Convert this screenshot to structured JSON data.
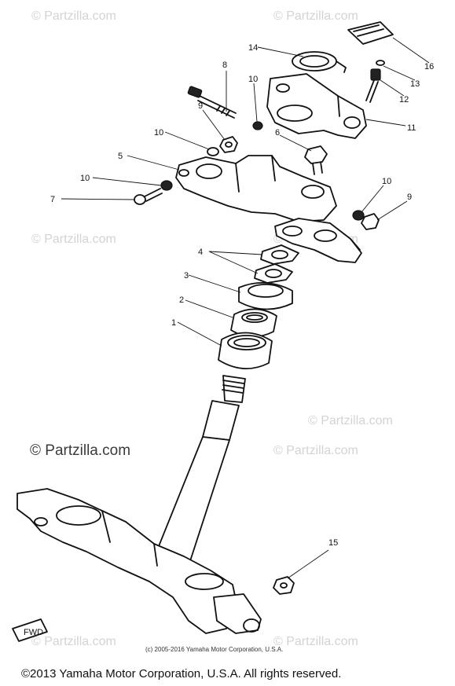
{
  "watermarks": [
    "© Partzilla.com",
    "© Partzilla.com",
    "© Partzilla.com",
    "© Partzilla.com",
    "© Partzilla.com",
    "© Partzilla.com",
    "© Partzilla.com",
    "© Partzilla.com"
  ],
  "center_watermark": "© Partzilla.com",
  "small_copyright": "(c) 2005-2016 Yamaha Motor Corporation, U.S.A.",
  "footer_copyright": "©2013 Yamaha Motor Corporation, U.S.A. All rights reserved.",
  "callouts": [
    "14",
    "8",
    "10",
    "9",
    "10",
    "5",
    "10",
    "7",
    "6",
    "4",
    "3",
    "2",
    "1",
    "16",
    "13",
    "12",
    "11",
    "10",
    "9",
    "15"
  ],
  "front_marker": "FWD"
}
